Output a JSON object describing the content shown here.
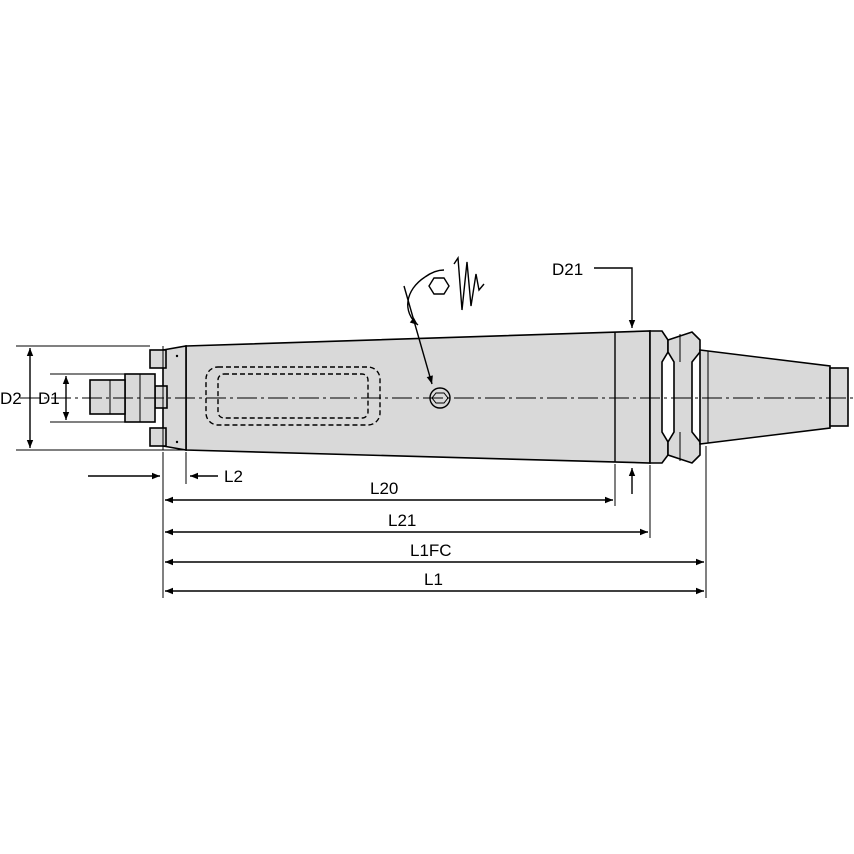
{
  "dimensions": {
    "d2": "D2",
    "d1": "D1",
    "d21": "D21",
    "l2": "L2",
    "l20": "L20",
    "l21": "L21",
    "l1fc": "L1FC",
    "l1": "L1"
  },
  "icons": {
    "coolant": "coolant-adjust-icon",
    "hex": "hex-key-icon"
  }
}
